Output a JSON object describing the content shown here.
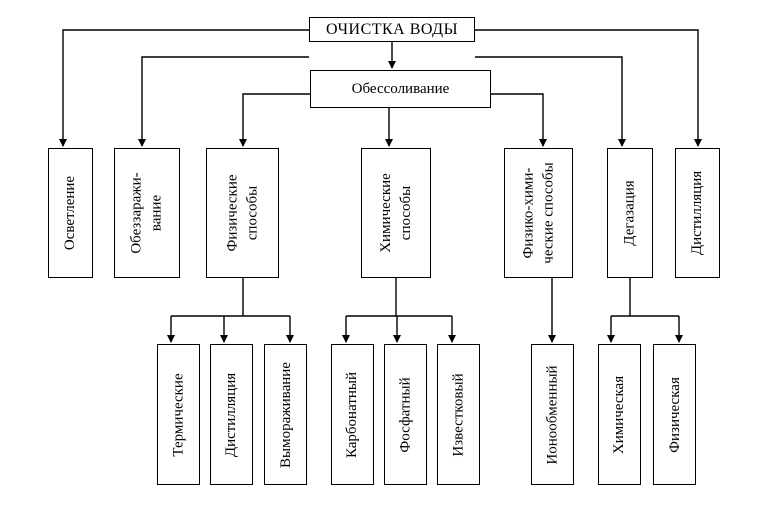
{
  "root": "ОЧИСТКА ВОДЫ",
  "desalination": "Обессоливание",
  "level1": {
    "clarification": "Осветление",
    "disinfection": "Обеззаражи-\nвание",
    "physical": "Физические\nспособы",
    "chemical": "Химические\nспособы",
    "physchem": "Физико-хими-\nческие способы",
    "degassing": "Дегазация",
    "distillation": "Дистилляция"
  },
  "physical_children": [
    "Термические",
    "Дистилляция",
    "Вымораживание"
  ],
  "chemical_children": [
    "Карбонатный",
    "Фосфатный",
    "Известковый"
  ],
  "physchem_children": [
    "Ионообменный"
  ],
  "degassing_children": [
    "Химическая",
    "Физическая"
  ]
}
